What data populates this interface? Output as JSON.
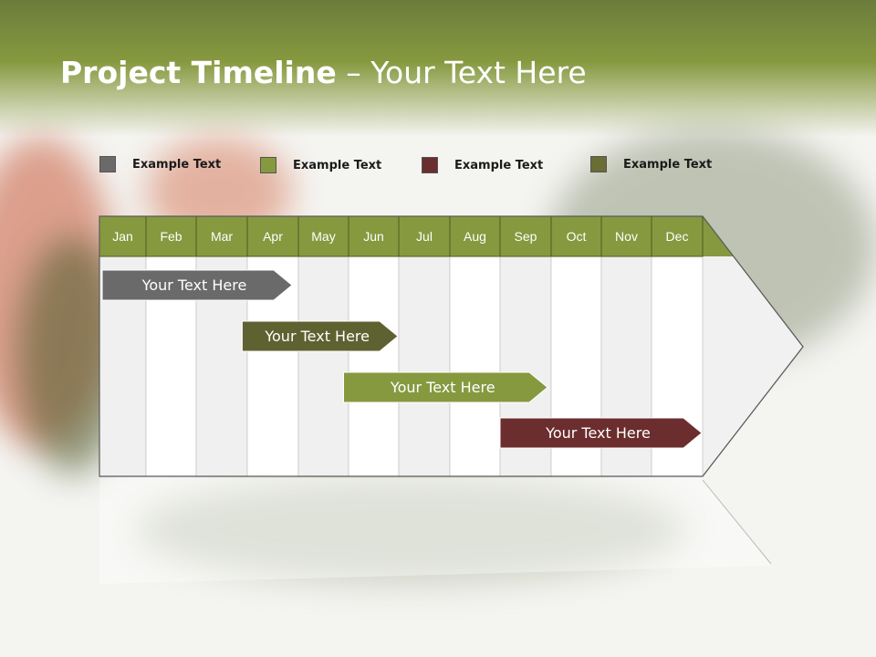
{
  "slide": {
    "title_bold": "Project Timeline",
    "title_rest": " – Your Text Here"
  },
  "legend": [
    {
      "label": "Example Text",
      "color": "#6a6a6a"
    },
    {
      "label": "Example Text",
      "color": "#86993f"
    },
    {
      "label": "Example Text",
      "color": "#6b2d2d"
    },
    {
      "label": "Example Text",
      "color": "#6a6d34"
    }
  ],
  "timeline": {
    "months": [
      "Jan",
      "Feb",
      "Mar",
      "Apr",
      "May",
      "Jun",
      "Jul",
      "Aug",
      "Sep",
      "Oct",
      "Nov",
      "Dec"
    ],
    "header_color": "#86993f",
    "tasks": [
      {
        "label": "Your  Text Here",
        "start_month": 1,
        "end_month": 4.7,
        "color": "#6a6a6a"
      },
      {
        "label": "Your  Text Here",
        "start_month": 3.9,
        "end_month": 6.0,
        "color": "#5e6231"
      },
      {
        "label": "Your  Text Here",
        "start_month": 5.9,
        "end_month": 9.0,
        "color": "#86993f"
      },
      {
        "label": "Your  Text Here",
        "start_month": 9.0,
        "end_month": 12.0,
        "color": "#6b2d2d"
      }
    ]
  }
}
